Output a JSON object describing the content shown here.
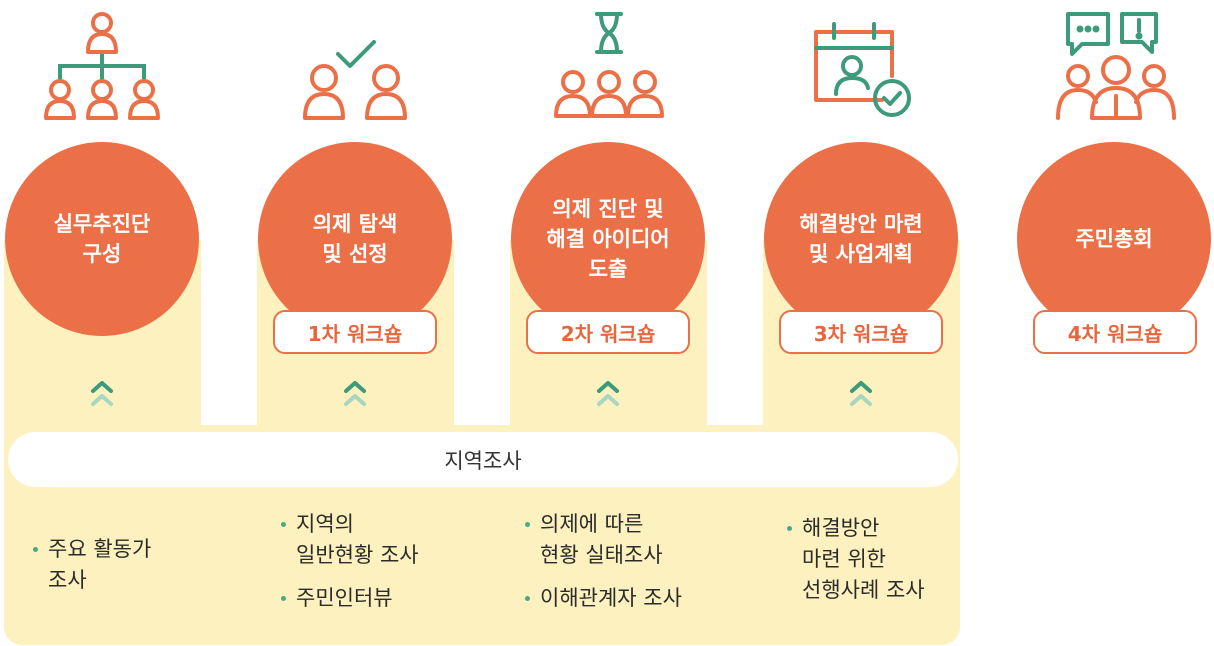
{
  "steps": [
    {
      "title": "실무추진단\n구성",
      "icon": "org-chart-icon"
    },
    {
      "title": "의제 탐색\n및 선정",
      "icon": "people-check-icon",
      "workshop": "1차 워크숍"
    },
    {
      "title": "의제 진단 및\n해결 아이디어\n도출",
      "icon": "hourglass-group-icon",
      "workshop": "2차 워크숍"
    },
    {
      "title": "해결방안 마련\n및 사업계획",
      "icon": "calendar-person-check-icon",
      "workshop": "3차 워크숍"
    },
    {
      "title": "주민총회",
      "icon": "group-chat-icon",
      "workshop": "4차 워크숍"
    }
  ],
  "survey": {
    "label": "지역조사",
    "columns": [
      [
        "주요 활동가\n조사"
      ],
      [
        "지역의\n일반현황 조사",
        "주민인터뷰"
      ],
      [
        "의제에 따른\n현황 실태조사",
        "이해관계자 조사"
      ],
      [
        "해결방안\n마련 위한\n선행사례 조사"
      ]
    ]
  },
  "colors": {
    "accent": "#ec7047",
    "teal": "#3d9a7a",
    "background_band": "#fcf1bf"
  }
}
